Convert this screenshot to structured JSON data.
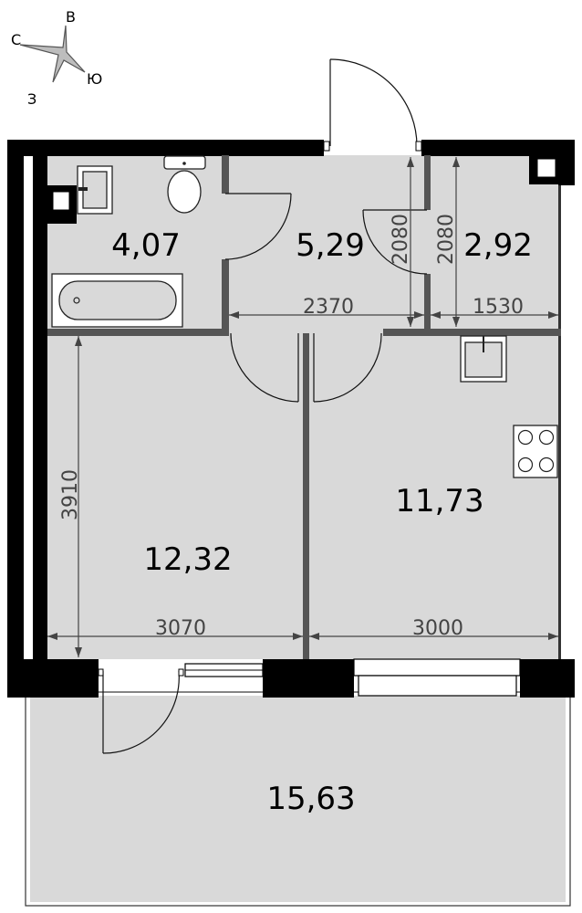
{
  "compass": {
    "n": "С",
    "e": "В",
    "s": "Ю",
    "w": "З"
  },
  "rooms": {
    "bathroom": "4,07",
    "hall": "5,29",
    "closet": "2,92",
    "room": "12,32",
    "kitchen": "11,73",
    "balcony": "15,63"
  },
  "dimensions": {
    "hall_width": "2370",
    "closet_width": "1530",
    "door_height_a": "2080",
    "door_height_b": "2080",
    "room_depth": "3910",
    "room_width": "3070",
    "kitchen_width": "3000"
  },
  "colors": {
    "floor": "#d9d9d9",
    "wall": "#000000",
    "partition": "#555555"
  }
}
